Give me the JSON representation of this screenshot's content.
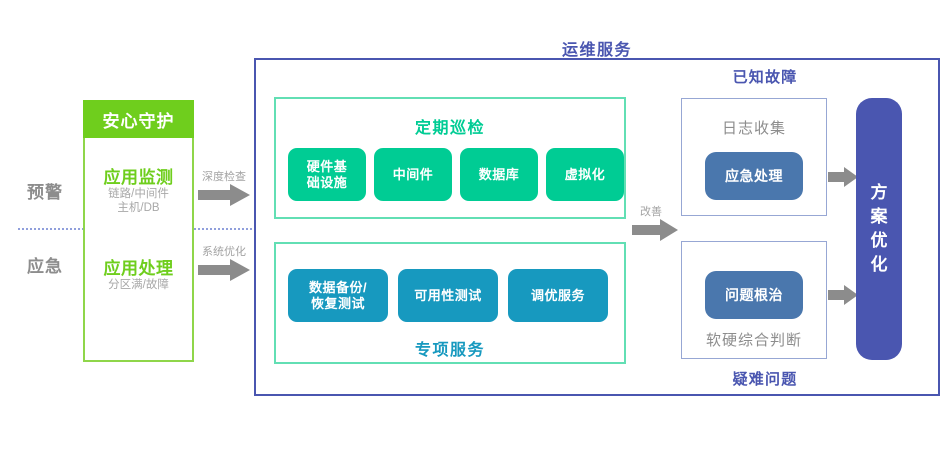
{
  "diagram": {
    "title": "运维服务",
    "stages": [
      {
        "label": "预警"
      },
      {
        "label": "应急"
      }
    ],
    "left_panel": {
      "header": "安心守护",
      "sections": [
        {
          "title": "应用监测",
          "desc": "链路/中间件\n主机/DB"
        },
        {
          "title": "应用处理",
          "desc": "分区满/故障"
        }
      ]
    },
    "flow_arrows": [
      {
        "caption": "深度检查"
      },
      {
        "caption": "系统优化"
      },
      {
        "caption": "改善"
      }
    ],
    "center_groups": [
      {
        "title": "定期巡检",
        "accent": "#00cc94",
        "chips": [
          "硬件基\n础设施",
          "中间件",
          "数据库",
          "虚拟化"
        ]
      },
      {
        "title": "专项服务",
        "accent": "#1799bf",
        "chips": [
          "数据备份/\n恢复测试",
          "可用性测试",
          "调优服务"
        ]
      }
    ],
    "right_panels": [
      {
        "title": "已知故障",
        "caption": "日志收集",
        "chip": "应急处理"
      },
      {
        "title": "疑难问题",
        "caption": "软硬综合判断",
        "chip": "问题根治"
      }
    ],
    "outcome_bar": {
      "chars": [
        "方",
        "案",
        "优",
        "化"
      ]
    },
    "colors": {
      "brand_green": "#6fce1d",
      "teal": "#00cc94",
      "blue": "#1799bf",
      "steel_blue": "#4a77ad",
      "purple": "#4a56b0",
      "grey_text": "#8d8d8d",
      "arrow_grey": "#8c8c8c"
    }
  }
}
